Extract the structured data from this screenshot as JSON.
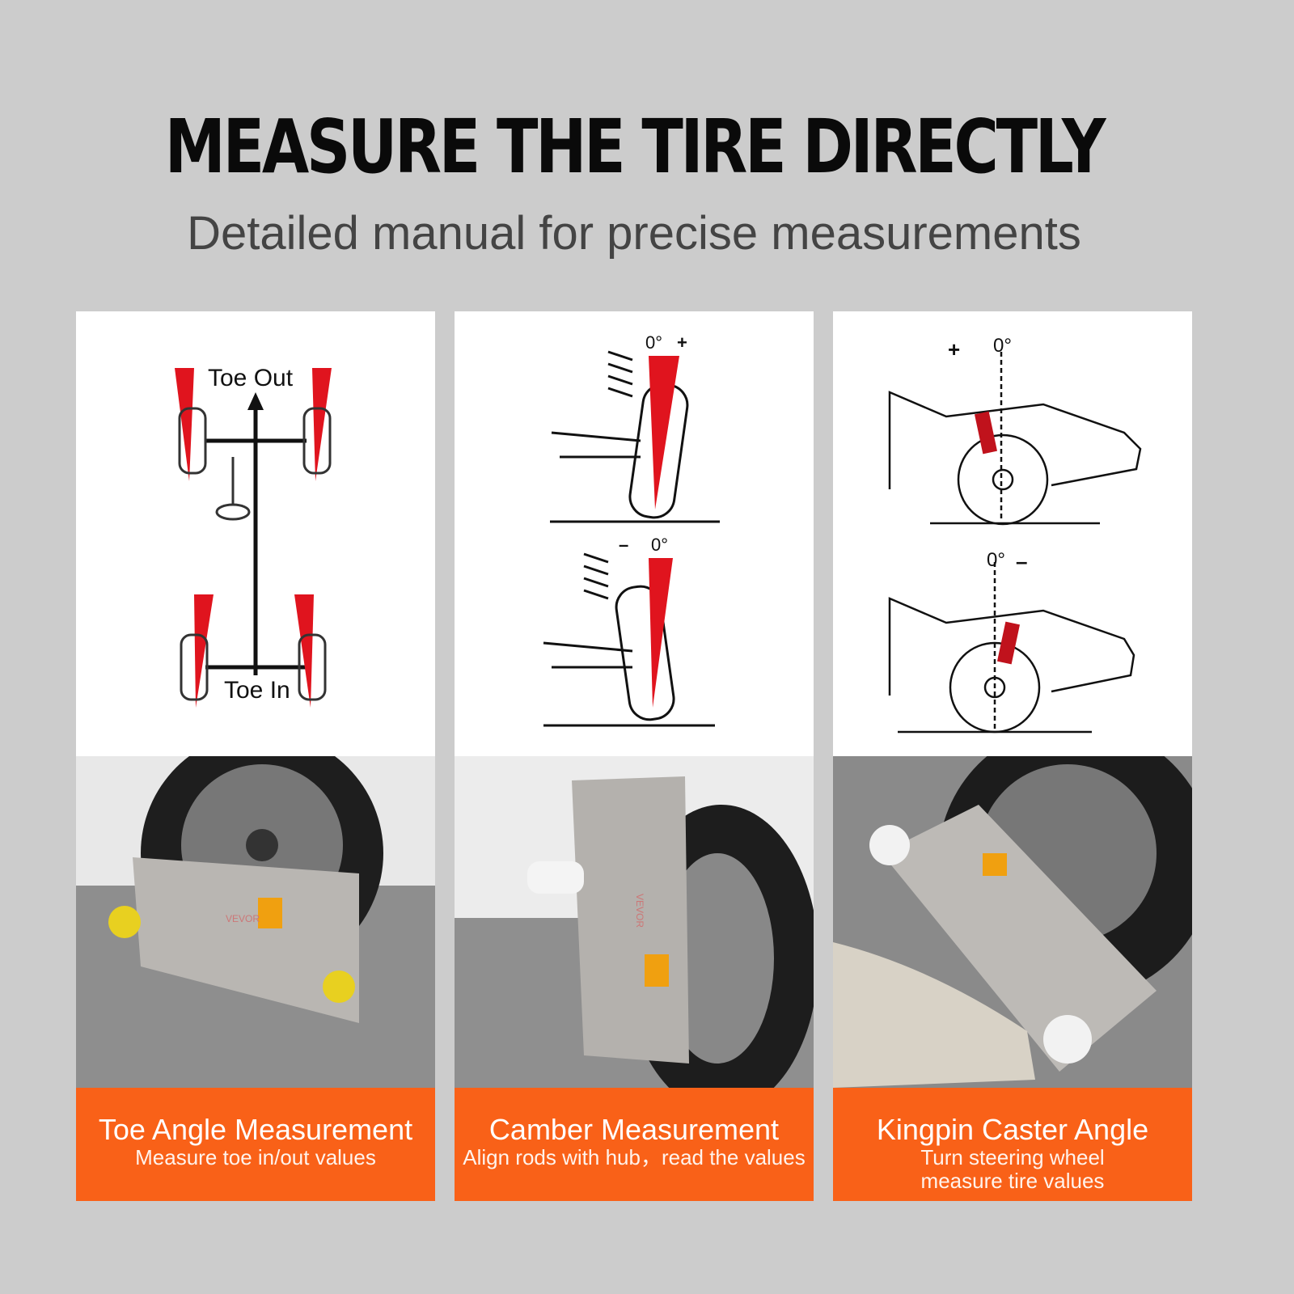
{
  "header": {
    "title": "MEASURE THE TIRE DIRECTLY",
    "subtitle": "Detailed manual for precise measurements"
  },
  "colors": {
    "background": "#cccccc",
    "caption_bg": "#f96118",
    "diagram_red": "#e0141e"
  },
  "panels": [
    {
      "diagram": {
        "top_label": "Toe Out",
        "bottom_label": "Toe In"
      },
      "photo_brand": "VEVOR",
      "caption": {
        "title": "Toe Angle Measurement",
        "subtitle": "Measure toe in/out values"
      }
    },
    {
      "diagram": {
        "top_zero": "0°",
        "top_sign": "+",
        "bottom_zero": "0°",
        "bottom_sign": "–"
      },
      "photo_brand": "VEVOR",
      "caption": {
        "title": "Camber Measurement",
        "subtitle": "Align rods with hub，read the values"
      }
    },
    {
      "diagram": {
        "top_zero": "0°",
        "top_sign": "+",
        "bottom_zero": "0°",
        "bottom_sign": "–"
      },
      "caption": {
        "title": "Kingpin Caster Angle",
        "subtitle": "Turn steering wheel",
        "subtitle2": "measure tire values"
      }
    }
  ]
}
